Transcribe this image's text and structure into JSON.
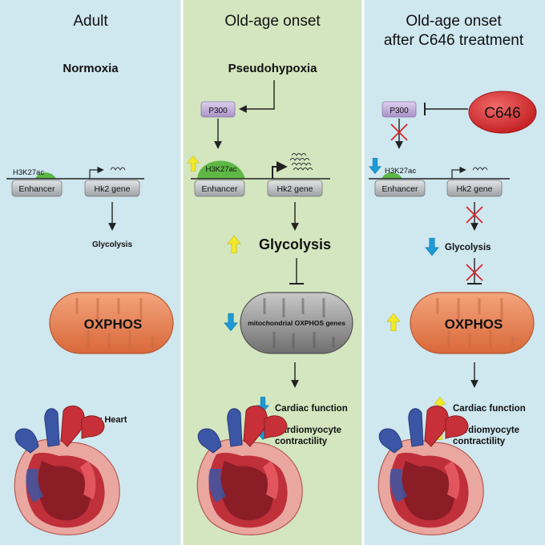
{
  "colors": {
    "panel_left": "#cfe7ef",
    "panel_mid": "#d3e6bf",
    "panel_right": "#cfe7ef",
    "gene_box": "#b9bcbe",
    "histone_mark": "#5fb846",
    "p300_fill": "#c9b7dd",
    "c646_fill": "#d8282a",
    "mito_fill": "#e8855a",
    "arrow_up": "#f2e92b",
    "arrow_down": "#1c9bd6",
    "cross": "#d8282a"
  },
  "panels": {
    "adult": {
      "title": "Adult",
      "condition": "Normoxia",
      "histone_label": "H3K27ac",
      "enhancer_label": "Enhancer",
      "gene_label": "Hk2 gene",
      "pathway_label": "Glycolysis",
      "mito_label": "OXPHOS",
      "heart_label": "Healthy Heart"
    },
    "old_age": {
      "title": "Old-age onset",
      "condition": "Pseudohypoxia",
      "p300_label": "P300",
      "histone_label": "H3K27ac",
      "enhancer_label": "Enhancer",
      "gene_label": "Hk2 gene",
      "pathway_label": "Glycolysis",
      "mito_label": "mitochondrial OXPHOS genes",
      "outcome_1": "Cardiac function",
      "outcome_2_line1": "Cardiomyocyte",
      "outcome_2_line2": "contractility"
    },
    "c646": {
      "title_line1": "Old-age onset",
      "title_line2": "after C646 treatment",
      "inhibitor_label": "C646",
      "p300_label": "P300",
      "histone_label": "H3K27ac",
      "enhancer_label": "Enhancer",
      "gene_label": "Hk2 gene",
      "pathway_label": "Glycolysis",
      "mito_label": "OXPHOS",
      "outcome_1": "Cardiac function",
      "outcome_2_line1": "Cardiomyocyte",
      "outcome_2_line2": "contractility"
    }
  },
  "icons": {
    "up_arrow": "yellow-up-arrow-icon",
    "down_arrow": "blue-down-arrow-icon",
    "cross": "red-cross-icon",
    "heart": "heart-anatomy-icon",
    "mitochondrion": "mitochondrion-icon",
    "transcript": "mrna-transcript-icon"
  }
}
